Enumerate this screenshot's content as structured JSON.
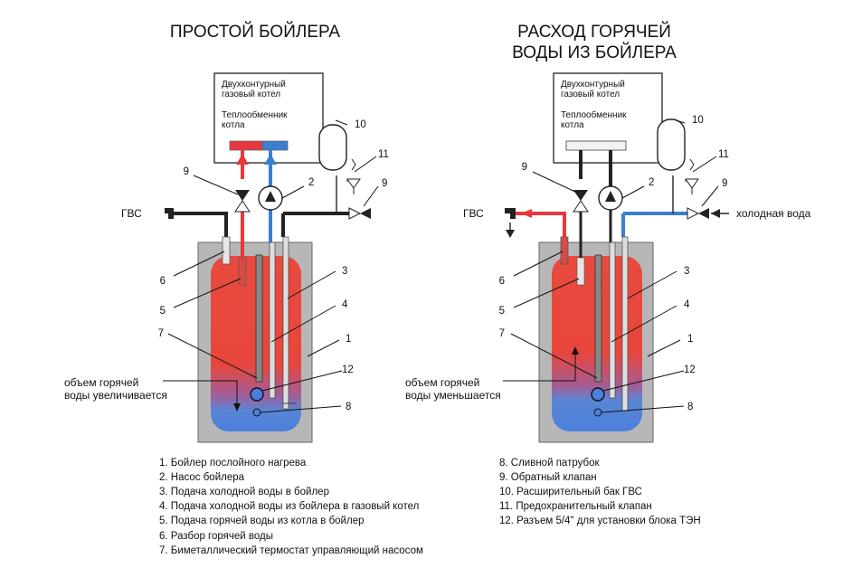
{
  "left": {
    "title": "ПРОСТОЙ БОЙЛЕРА",
    "boiler_box_line1": "Двухконтурный",
    "boiler_box_line2": "газовый котел",
    "boiler_box_line3": "Теплообменник",
    "boiler_box_line4": "котла",
    "label_gvs": "ГВС",
    "volume_line1": "объем горячей",
    "volume_line2": "воды увеличивается"
  },
  "right": {
    "title_line1": "РАСХОД ГОРЯЧЕЙ",
    "title_line2": "ВОДЫ ИЗ БОЙЛЕРА",
    "boiler_box_line1": "Двухконтурный",
    "boiler_box_line2": "газовый котел",
    "boiler_box_line3": "Теплообменник",
    "boiler_box_line4": "котла",
    "label_gvs": "ГВС",
    "label_cold": "холодная вода",
    "volume_line1": "объем горячей",
    "volume_line2": "воды уменьшается"
  },
  "numbers": {
    "n1": "1",
    "n2": "2",
    "n3": "3",
    "n4": "4",
    "n5": "5",
    "n6": "6",
    "n7": "7",
    "n8": "8",
    "n9": "9",
    "n10": "10",
    "n11": "11",
    "n12": "12"
  },
  "legend_left": [
    "1. Бойлер послойного нагрева",
    "2. Насос бойлера",
    "3. Подача холодной воды в бойлер",
    "4. Подача холодной воды из бойлера в газовый котел",
    "5. Подача горячей воды из котла в бойлер",
    "6. Разбор горячей воды",
    "7. Биметаллический термостат управляющий насосом"
  ],
  "legend_right": [
    "8. Сливной патрубок",
    "9. Обратный клапан",
    "10. Расширительный бак ГВС",
    "11. Предохранительный клапан",
    "12. Разъем 5/4\" для установки блока ТЭН"
  ],
  "colors": {
    "hot": "#e8383d",
    "cold": "#3b7fd0",
    "tank_shell": "#b7b7b7",
    "pipe_dark": "#2a2a2a"
  }
}
